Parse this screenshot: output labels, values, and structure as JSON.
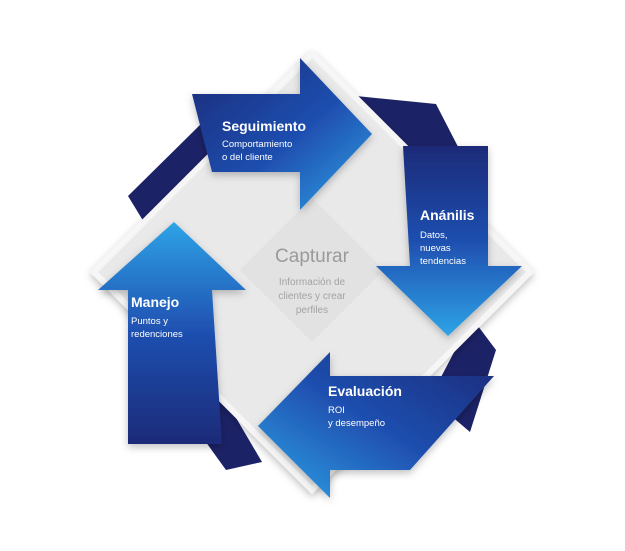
{
  "center": {
    "title": "Capturar",
    "lines": [
      "Información de",
      "clientes y crear",
      "perfiles"
    ]
  },
  "steps": [
    {
      "id": "seguimiento",
      "title": "Seguimiento",
      "lines": [
        "Comportamiento",
        "o del cliente"
      ]
    },
    {
      "id": "analisis",
      "title": "Anánilis",
      "lines": [
        "Datos,",
        "nuevas",
        "tendencias"
      ]
    },
    {
      "id": "evaluacion",
      "title": "Evaluación",
      "lines": [
        "ROI",
        "y desempeño"
      ]
    },
    {
      "id": "manejo",
      "title": "Manejo",
      "lines": [
        "Puntos y",
        "redenciones"
      ]
    }
  ],
  "colors": {
    "arrow_dark": "#1e2a78",
    "arrow_mid": "#1f4fb0",
    "arrow_light": "#2ea3e6",
    "frame": "#e9e9ea",
    "center_fill": "#e2e2e3"
  }
}
